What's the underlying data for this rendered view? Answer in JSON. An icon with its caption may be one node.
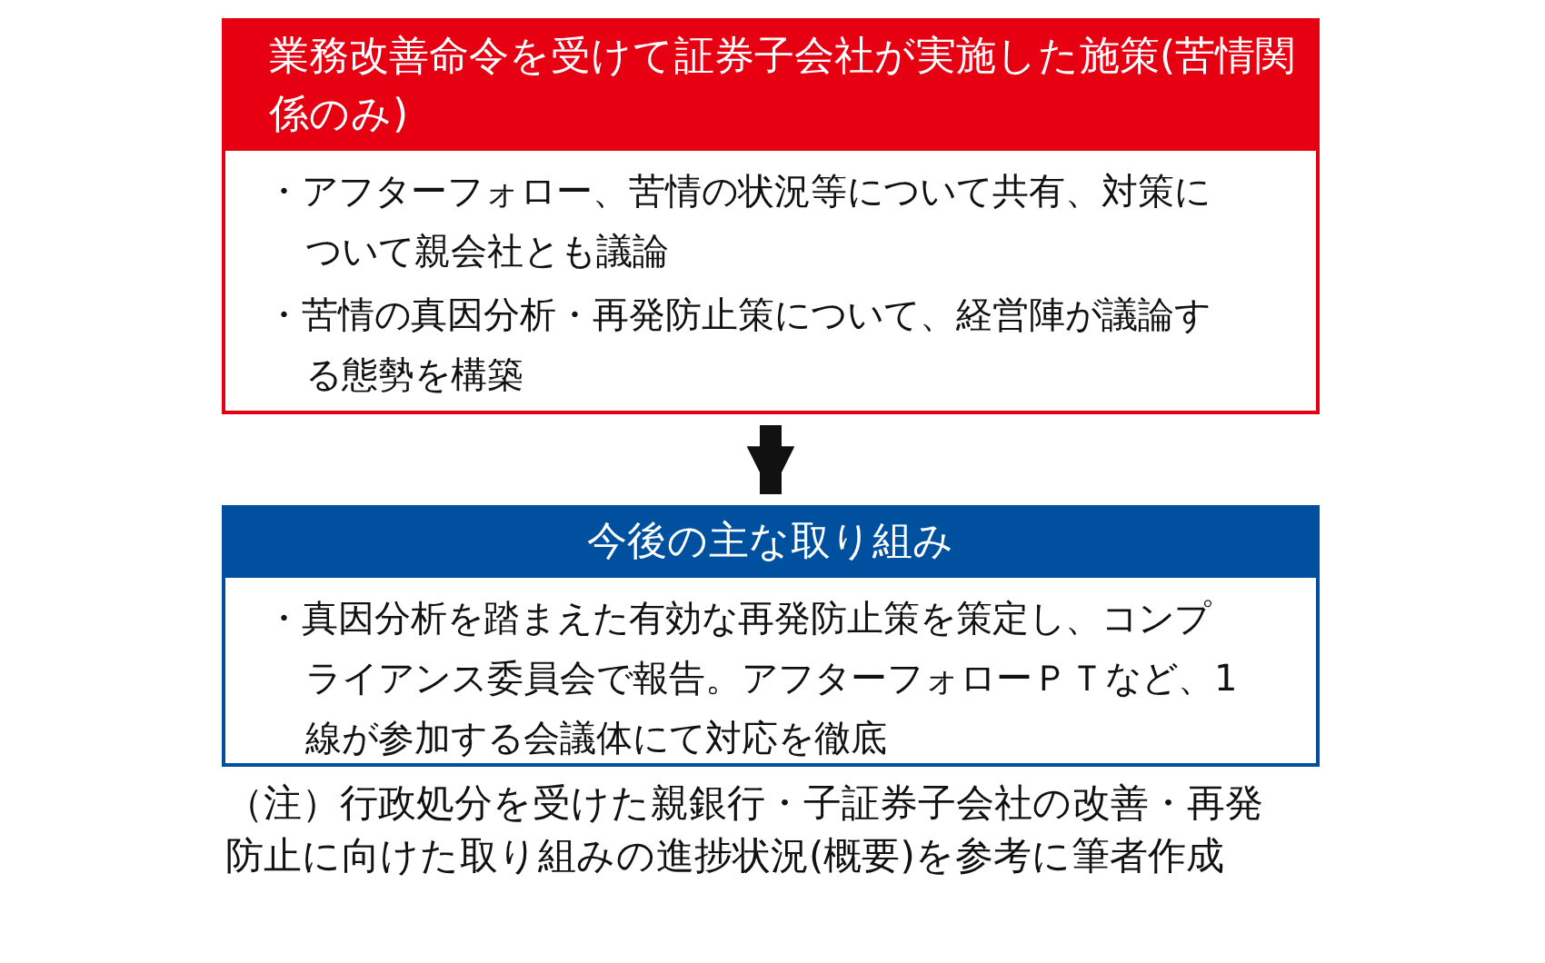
{
  "diagram": {
    "caption": "（注）行政処分を受けた親銀行・子証券子会社の改善・再発防止に向けた取り組みの進捗状況(概要)を参考に筆者作成",
    "nodes": [
      {
        "text": [
          "業務改善命令を受けて証券子会社が実施した施策(苦情関係のみ)",
          "・アフターフォロー、苦情の状況等について共有、対策について親会社とも議論",
          "・苦情の真因分析・再発防止策について、経営陣が議論する態勢を構築"
        ]
      },
      {
        "text": [
          "今後の主な取り組み",
          "・真因分析を踏まえた有効な再発防止策を策定し、コンプライアンス委員会で報告。アフターフォローＰＴなど、1線が参加する会議体にて対応を徹底"
        ]
      }
    ],
    "edges": [
      {
        "from": 0,
        "to": 1,
        "arrow": "to"
      }
    ]
  }
}
